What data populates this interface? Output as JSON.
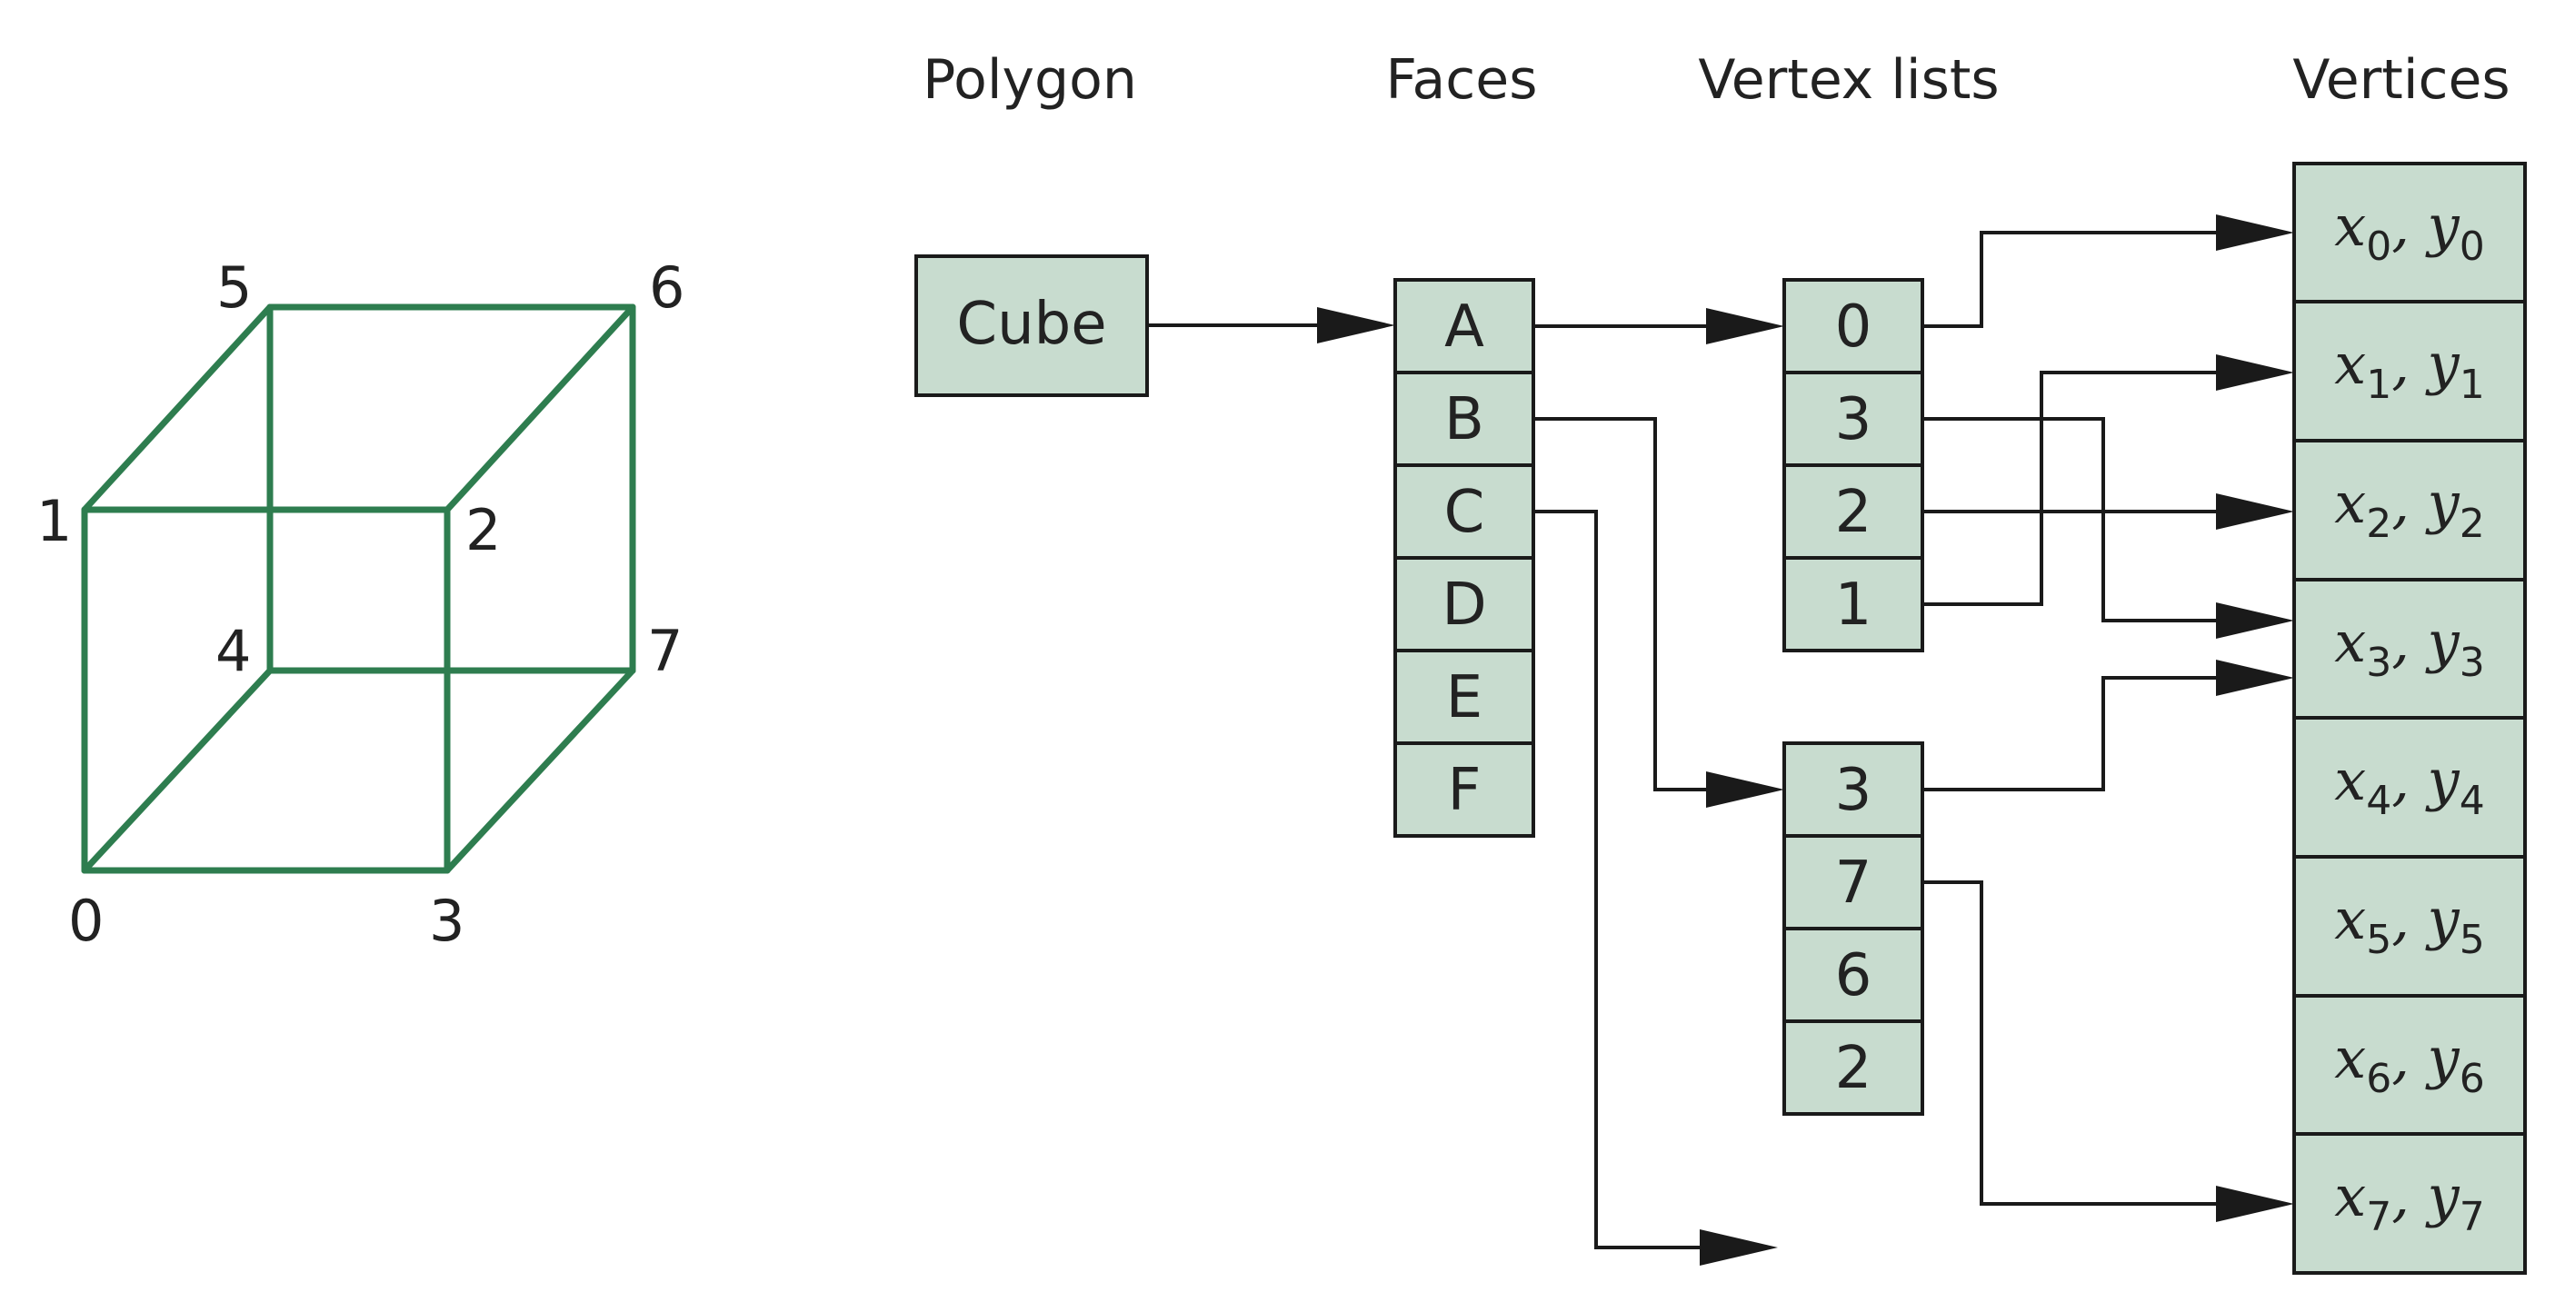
{
  "headings": {
    "polygon": "Polygon",
    "faces": "Faces",
    "vertex_lists": "Vertex lists",
    "vertices": "Vertices"
  },
  "cube_vertex_labels": [
    "0",
    "1",
    "2",
    "3",
    "4",
    "5",
    "6",
    "7"
  ],
  "polygon_box": {
    "label": "Cube"
  },
  "faces": [
    "A",
    "B",
    "C",
    "D",
    "E",
    "F"
  ],
  "vertex_list_1": [
    "0",
    "3",
    "2",
    "1"
  ],
  "vertex_list_2": [
    "3",
    "7",
    "6",
    "2"
  ],
  "vertices": [
    {
      "x": "x",
      "xsub": "0",
      "sep": ", ",
      "y": "y",
      "ysub": "0"
    },
    {
      "x": "x",
      "xsub": "1",
      "sep": ", ",
      "y": "y",
      "ysub": "1"
    },
    {
      "x": "x",
      "xsub": "2",
      "sep": ", ",
      "y": "y",
      "ysub": "2"
    },
    {
      "x": "x",
      "xsub": "3",
      "sep": ", ",
      "y": "y",
      "ysub": "3"
    },
    {
      "x": "x",
      "xsub": "4",
      "sep": ", ",
      "y": "y",
      "ysub": "4"
    },
    {
      "x": "x",
      "xsub": "5",
      "sep": ", ",
      "y": "y",
      "ysub": "5"
    },
    {
      "x": "x",
      "xsub": "6",
      "sep": ", ",
      "y": "y",
      "ysub": "6"
    },
    {
      "x": "x",
      "xsub": "7",
      "sep": ", ",
      "y": "y",
      "ysub": "7"
    }
  ],
  "colors": {
    "box_fill": "#c8dccf",
    "cube_edge": "#2e7d4f",
    "line": "#1a1a1a"
  }
}
